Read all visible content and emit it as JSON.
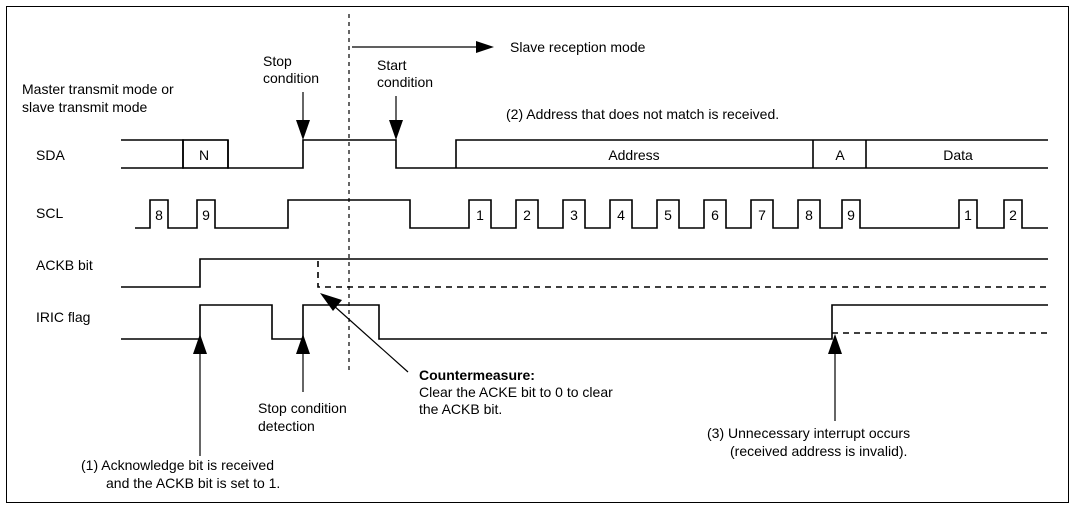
{
  "mode_labels": {
    "master_line1": "Master transmit mode or",
    "master_line2": "slave transmit mode",
    "slave_reception": "Slave reception mode"
  },
  "conditions": {
    "stop_line1": "Stop",
    "stop_line2": "condition",
    "start_line1": "Start",
    "start_line2": "condition"
  },
  "signals": {
    "sda": "SDA",
    "scl": "SCL",
    "ackb": "ACKB bit",
    "iric": "IRIC flag"
  },
  "sda_fields": {
    "n": "N",
    "address": "Address",
    "a": "A",
    "data": "Data"
  },
  "scl_pulses": [
    "8",
    "9",
    "1",
    "2",
    "3",
    "4",
    "5",
    "6",
    "7",
    "8",
    "9",
    "1",
    "2"
  ],
  "annotations": {
    "note2": "(2) Address that does not match is received.",
    "countermeasure_title": "Countermeasure:",
    "countermeasure_line1": "Clear the ACKE bit to 0 to clear",
    "countermeasure_line2": "the ACKB bit.",
    "stop_detect_line1": "Stop condition",
    "stop_detect_line2": "detection",
    "note1_line1": "(1) Acknowledge bit is received",
    "note1_line2": "and the ACKB bit is set to 1.",
    "note3_line1": "(3) Unnecessary interrupt occurs",
    "note3_line2": "(received address is invalid)."
  }
}
